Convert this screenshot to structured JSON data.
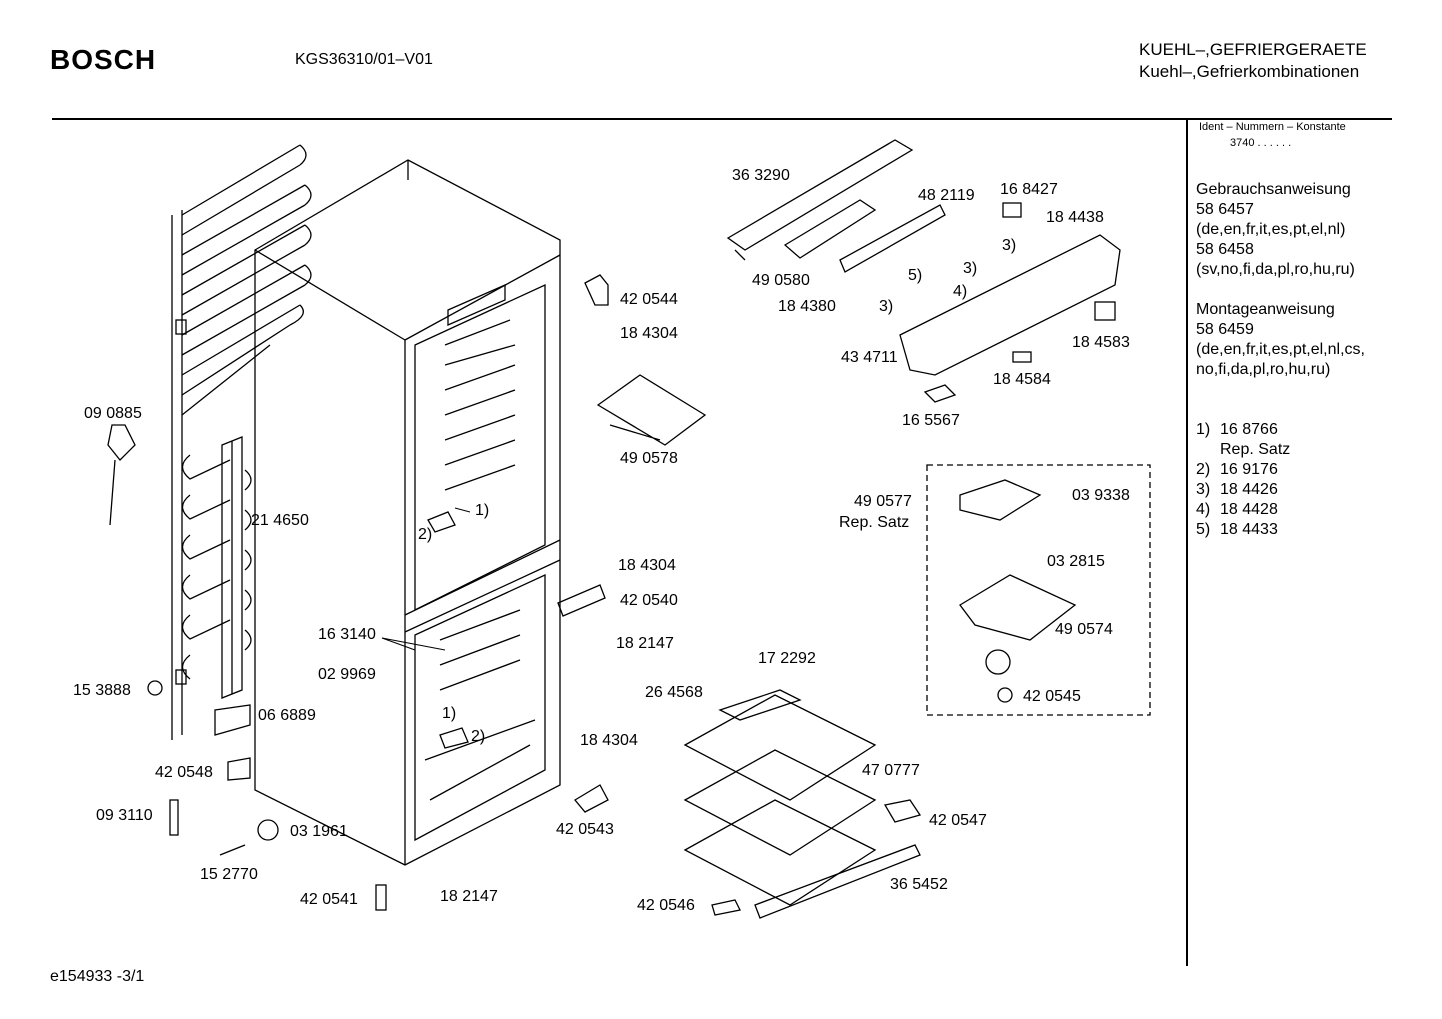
{
  "header": {
    "brand": "BOSCH",
    "model": "KGS36310/01–V01",
    "category_line1": "KUEHL–,GEFRIERGERAETE",
    "category_line2": "Kuehl–,Gefrierkombinationen"
  },
  "sidebar": {
    "ident_title": "Ident – Nummern – Konstante",
    "ident_value": "3740  .  .  .  .  .  .",
    "user_manual_title": "Gebrauchsanweisung",
    "user_manual_1_no": "58 6457",
    "user_manual_1_langs": "(de,en,fr,it,es,pt,el,nl)",
    "user_manual_2_no": "58 6458",
    "user_manual_2_langs": "(sv,no,fi,da,pl,ro,hu,ru)",
    "install_manual_title": "Montageanweisung",
    "install_manual_no": "58 6459",
    "install_manual_langs_1": "(de,en,fr,it,es,pt,el,nl,cs,",
    "install_manual_langs_2": "no,fi,da,pl,ro,hu,ru)",
    "footnotes": [
      {
        "key": "1)",
        "value": "16 8766"
      },
      {
        "key": "",
        "value": "Rep. Satz"
      },
      {
        "key": "2)",
        "value": "16 9176"
      },
      {
        "key": "3)",
        "value": "18 4426"
      },
      {
        "key": "4)",
        "value": "18 4428"
      },
      {
        "key": "5)",
        "value": "18 4433"
      }
    ]
  },
  "footer": {
    "doc_id": "e154933   -3/1"
  },
  "labels": {
    "l363290": "36 3290",
    "l482119": "48 2119",
    "l168427": "16 8427",
    "l184438": "18 4438",
    "l490580": "49 0580",
    "l184380": "18 4380",
    "l434711": "43 4711",
    "l184583": "18 4583",
    "l184584": "18 4584",
    "l165567": "16 5567",
    "fn3a": "3)",
    "fn3b": "3)",
    "fn3c": "3)",
    "fn4": "4)",
    "fn5": "5)",
    "l420544": "42 0544",
    "l184304a": "18 4304",
    "l490578": "49 0578",
    "l090885": "09 0885",
    "l214650": "21 4650",
    "fn1a": "1)",
    "fn2a": "2)",
    "l184304b": "18 4304",
    "l420540": "42 0540",
    "l182147a": "18 2147",
    "l163140": "16 3140",
    "l029969": "02 9969",
    "l153888": "15 3888",
    "l066889": "06 6889",
    "fn1b": "1)",
    "fn2b": "2)",
    "l420548": "42 0548",
    "l184304c": "18 4304",
    "l093110": "09 3110",
    "l031961": "03 1961",
    "l420543": "42 0543",
    "l152770": "15 2770",
    "l420541": "42 0541",
    "l182147b": "18 2147",
    "l490577": "49 0577",
    "l490577b": "Rep. Satz",
    "l039338": "03 9338",
    "l032815": "03 2815",
    "l490574": "49 0574",
    "l420545": "42 0545",
    "l172292": "17 2292",
    "l264568": "26 4568",
    "l470777": "47 0777",
    "l420547": "42 0547",
    "l365452": "36 5452",
    "l420546": "42 0546"
  }
}
